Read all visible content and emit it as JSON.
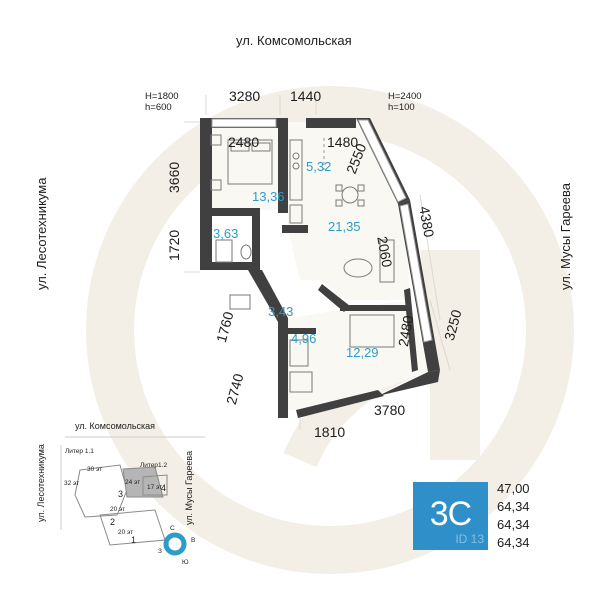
{
  "streets": {
    "top": "ул. Комсомольская",
    "left": "ул. Лесотехникума",
    "right": "ул. Мусы Гареева"
  },
  "window_notes": {
    "left_H": "H=1800",
    "left_h": "h=600",
    "right_H": "H=2400",
    "right_h": "h=100"
  },
  "dimensions": {
    "top_left": "3280",
    "top_right": "1440",
    "bedroom_width": "2480",
    "kitchen_width": "1480",
    "diag_top": "2550",
    "left_upper": "3660",
    "left_mid": "1720",
    "right_long": "4380",
    "living_depth": "2060",
    "left_hall": "1760",
    "left_bath": "2740",
    "bottom_left": "1810",
    "bottom_right": "3780",
    "right_lower": "3250",
    "bedroom2_depth": "2480"
  },
  "rooms": {
    "kitchen": "5,32",
    "bedroom": "13,36",
    "living": "21,35",
    "wc": "3,63",
    "hall": "3,43",
    "bath": "4,96",
    "bedroom2": "12,29"
  },
  "minimap": {
    "street_top": "ул. Комсомольская",
    "street_left": "ул. Лесотехникума",
    "street_right": "ул. Мусы Гареева",
    "liter1": "Литер 1.1",
    "liter2": "Литер1.2",
    "floors_30": "30 эт",
    "floors_32": "32 эт",
    "floors_24": "24 эт",
    "floors_17": "17 эт",
    "floors_20": "20 эт",
    "floors_20b": "20 эт",
    "num_3": "3",
    "num_4": "4",
    "num_2": "2",
    "num_1": "1",
    "compass_n": "С",
    "compass_e": "В",
    "compass_w": "З",
    "compass_s": "Ю"
  },
  "badge": {
    "code": "3С",
    "id": "ID 13",
    "color": "#2e8fc9"
  },
  "areas": [
    "47,00",
    "64,34",
    "64,34",
    "64,34"
  ],
  "accent_color": "#2e9cc9",
  "wall_color": "#404040"
}
